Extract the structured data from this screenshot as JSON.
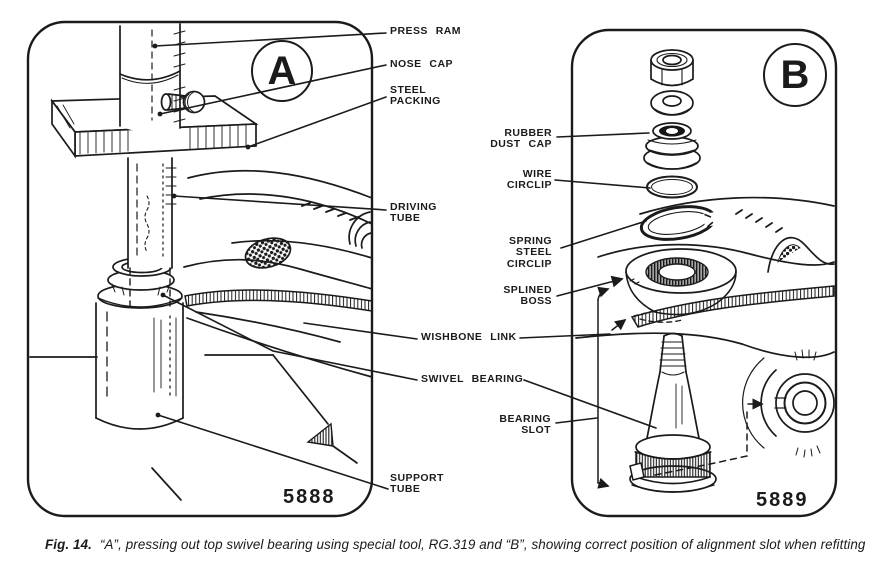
{
  "figure": {
    "fig_label": "Fig. 14.",
    "caption_text": "“A”, pressing out top swivel bearing using special tool, RG.319 and “B”, showing correct position of alignment slot when refitting"
  },
  "panel_a": {
    "letter": "A",
    "drawing_number": "5888",
    "labels": {
      "press_ram": [
        "PRESS RAM"
      ],
      "nose_cap": [
        "NOSE CAP"
      ],
      "steel_packing": [
        "STEEL",
        "PACKING"
      ],
      "driving_tube": [
        "DRIVING",
        "TUBE"
      ],
      "support_tube": [
        "SUPPORT",
        "TUBE"
      ]
    }
  },
  "panel_b": {
    "letter": "B",
    "drawing_number": "5889",
    "labels": {
      "rubber_dust_cap": [
        "RUBBER",
        "DUST CAP"
      ],
      "wire_circlip": [
        "WIRE",
        "CIRCLIP"
      ],
      "spring_steel_circlip": [
        "SPRING",
        "STEEL",
        "CIRCLIP"
      ],
      "splined_boss": [
        "SPLINED",
        "BOSS"
      ],
      "bearing_slot": [
        "BEARING",
        "SLOT"
      ]
    }
  },
  "shared_labels": {
    "wishbone_link": [
      "WISHBONE LINK"
    ],
    "swivel_bearing": [
      "SWIVEL BEARING"
    ]
  },
  "ink_color": "#1b1b1b",
  "paper_color": "#ffffff"
}
